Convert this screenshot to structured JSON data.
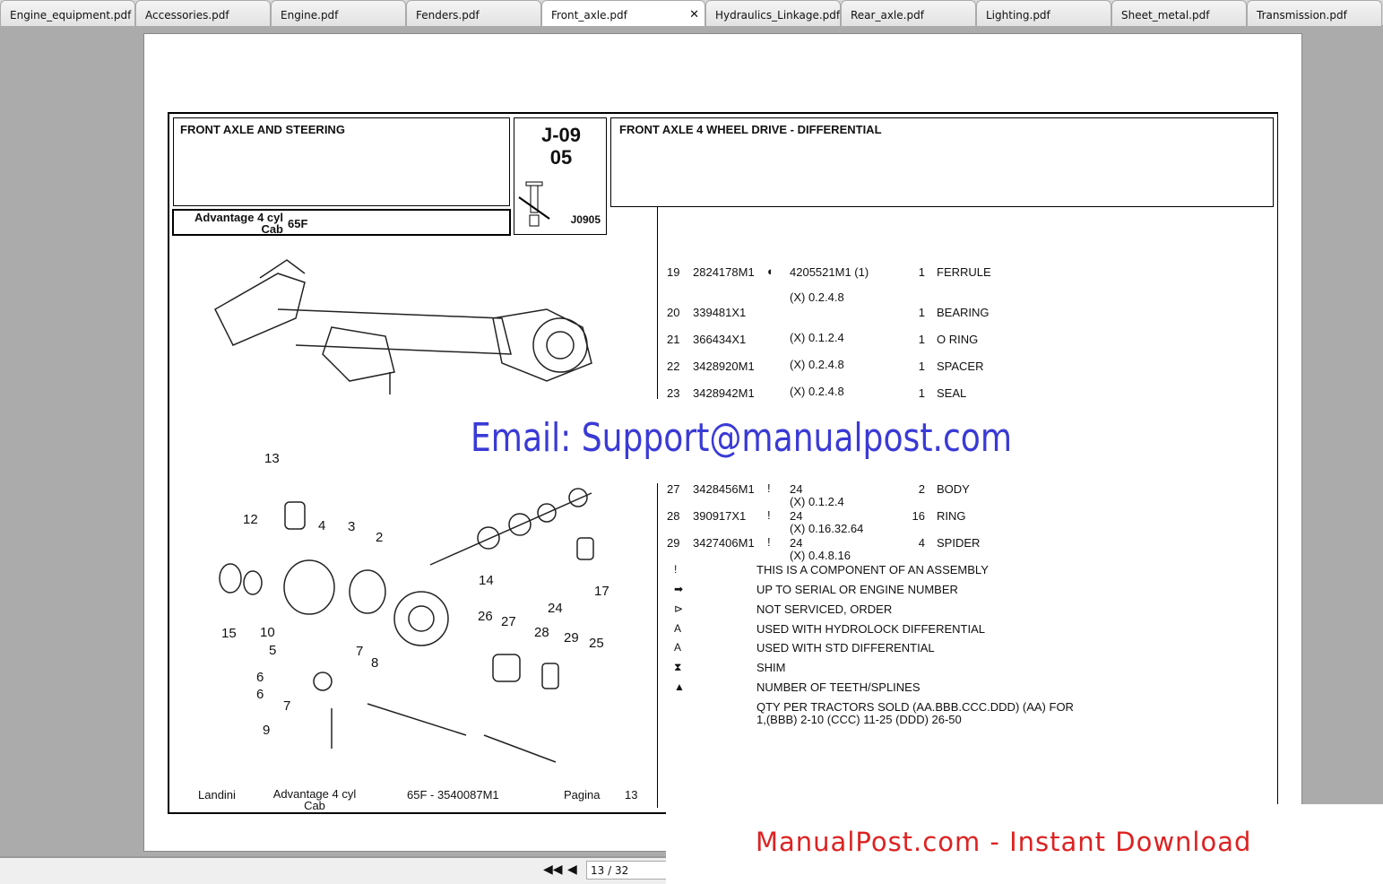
{
  "tabs": [
    "Engine_equipment.pdf",
    "Accessories.pdf",
    "Engine.pdf",
    "Fenders.pdf",
    "Front_axle.pdf",
    "Hydraulics_Linkage.pdf",
    "Rear_axle.pdf",
    "Lighting.pdf",
    "Sheet_metal.pdf",
    "Transmission.pdf"
  ],
  "active_tab": "Front_axle.pdf",
  "header": {
    "section": "FRONT AXLE AND STEERING",
    "model_line1": "Advantage 4 cyl",
    "model_line2": "Cab",
    "model_code": "65F",
    "code1": "J-09",
    "code2": "05",
    "ref": "J0905",
    "title": "FRONT AXLE 4 WHEEL DRIVE - DIFFERENTIAL"
  },
  "parts": [
    {
      "no": "19",
      "part": "2824178M1",
      "sym": "◐",
      "ref": "4205521M1  (1)",
      "qty": "1",
      "desc": "FERRULE",
      "x": "(X) 0.2.4.8"
    },
    {
      "no": "20",
      "part": "339481X1",
      "sym": "",
      "ref": "",
      "qty": "1",
      "desc": "BEARING",
      "x": "(X) 0.1.2.4"
    },
    {
      "no": "21",
      "part": "366434X1",
      "sym": "",
      "ref": "",
      "qty": "1",
      "desc": "O RING",
      "x": "(X) 0.2.4.8"
    },
    {
      "no": "22",
      "part": "3428920M1",
      "sym": "",
      "ref": "",
      "qty": "1",
      "desc": "SPACER",
      "x": "(X) 0.2.4.8"
    },
    {
      "no": "23",
      "part": "3428942M1",
      "sym": "",
      "ref": "",
      "qty": "1",
      "desc": "SEAL",
      "x": ""
    },
    {
      "no": "27",
      "part": "3428456M1",
      "sym": "!",
      "ref": "24",
      "qty": "2",
      "desc": "BODY",
      "x": "(X) 0.1.2.4"
    },
    {
      "no": "28",
      "part": "390917X1",
      "sym": "!",
      "ref": "24",
      "qty": "16",
      "desc": "RING",
      "x": "(X) 0.16.32.64"
    },
    {
      "no": "29",
      "part": "3427406M1",
      "sym": "!",
      "ref": "24",
      "qty": "4",
      "desc": "SPIDER",
      "x": "(X) 0.4.8.16"
    }
  ],
  "legend": [
    {
      "sym": "!",
      "text": "THIS IS A COMPONENT OF AN ASSEMBLY"
    },
    {
      "sym": "➡",
      "text": "UP TO SERIAL OR ENGINE NUMBER"
    },
    {
      "sym": "⊳",
      "text": "NOT SERVICED, ORDER"
    },
    {
      "sym": "A",
      "text": "USED WITH HYDROLOCK DIFFERENTIAL"
    },
    {
      "sym": "A",
      "text": "USED WITH STD DIFFERENTIAL"
    },
    {
      "sym": "⧗",
      "text": "SHIM"
    },
    {
      "sym": "▲",
      "text": "NUMBER OF TEETH/SPLINES"
    },
    {
      "sym": "",
      "text": "QTY PER TRACTORS SOLD  (AA.BBB.CCC.DDD) (AA) FOR"
    },
    {
      "sym": "",
      "text": "1,(BBB) 2-10 (CCC) 11-25 (DDD) 26-50"
    }
  ],
  "callouts": [
    "13",
    "12",
    "4",
    "3",
    "2",
    "15",
    "10",
    "5",
    "7",
    "6",
    "8",
    "6",
    "7",
    "9",
    "14",
    "17",
    "24",
    "26",
    "27",
    "28",
    "29",
    "25"
  ],
  "footer": {
    "brand": "Landini",
    "model1": "Advantage 4 cyl",
    "model2": "Cab",
    "code": "65F - 3540087M1",
    "page_label": "Pagina",
    "page_no": "13"
  },
  "pager": "13 / 32",
  "watermark_email": "Email: Support@manualpost.com",
  "ad": "ManualPost.com - Instant Download"
}
